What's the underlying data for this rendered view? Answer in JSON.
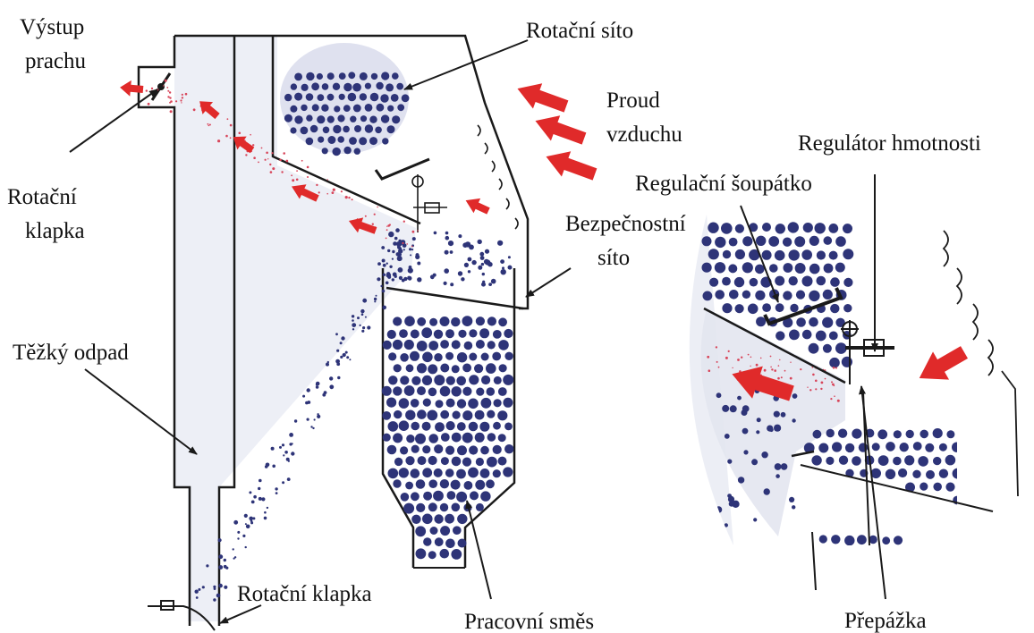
{
  "labels": {
    "dust_outlet_l1": "Výstup",
    "dust_outlet_l2": "prachu",
    "rotary_sieve": "Rotační síto",
    "air_flow_l1": "Proud",
    "air_flow_l2": "vzduchu",
    "rotary_flap_l1": "Rotační",
    "rotary_flap_l2": "klapka",
    "mass_regulator": "Regulátor hmotnosti",
    "control_slide": "Regulační šoupátko",
    "safety_sieve_l1": "Bezpečnostní",
    "safety_sieve_l2": "síto",
    "heavy_waste": "Těžký odpad",
    "rotary_flap_bottom": "Rotační klapka",
    "working_mix": "Pracovní směs",
    "baffle": "Přepážka"
  },
  "colors": {
    "outline": "#1a1a1a",
    "granule": "#2e3478",
    "air_arrow": "#e02a2a",
    "dust": "#d8455a",
    "shade": "#dfe1ee"
  }
}
